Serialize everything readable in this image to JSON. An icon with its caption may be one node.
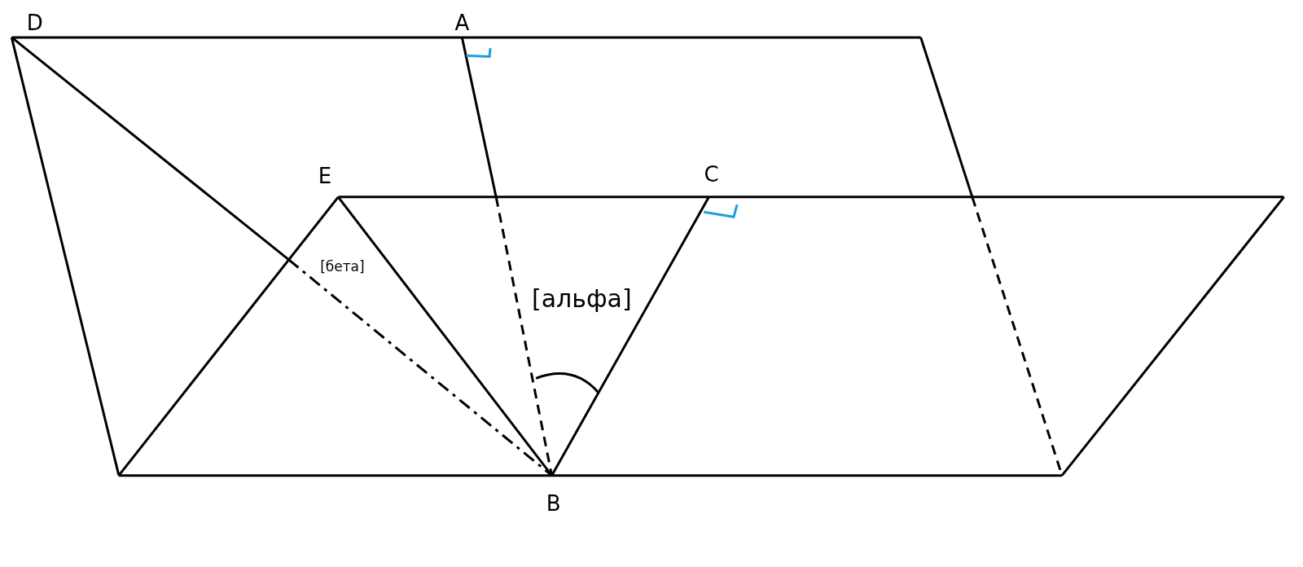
{
  "diagram": {
    "labels": [
      "D",
      "A",
      "E",
      "C",
      "[бета]",
      "[альфа]",
      "B"
    ]
  }
}
